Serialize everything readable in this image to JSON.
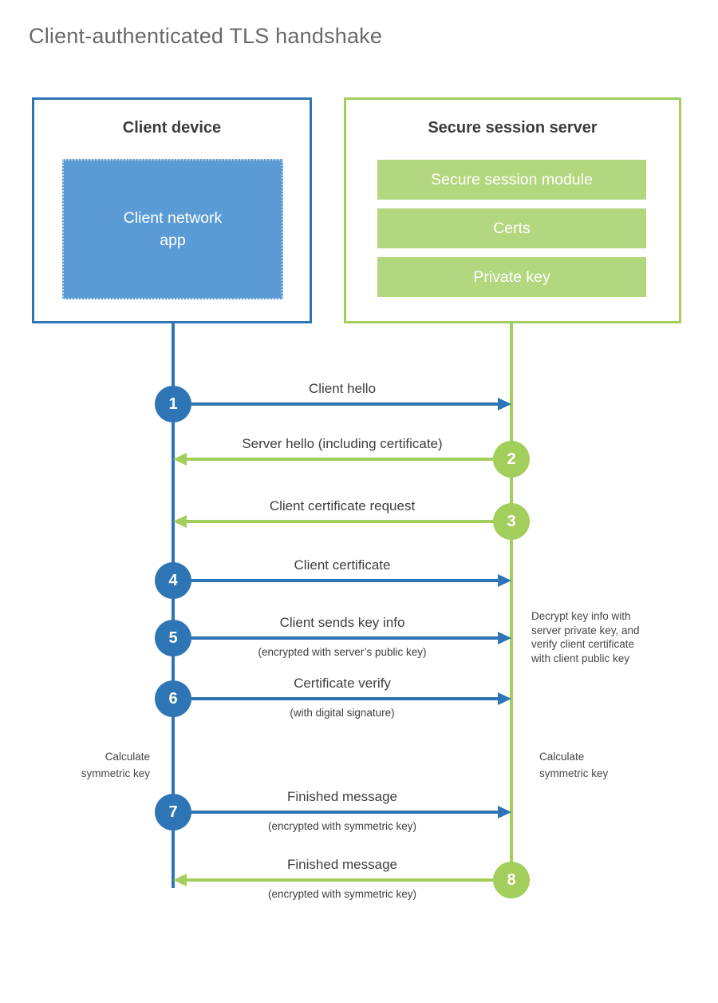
{
  "title": "Client-authenticated TLS handshake",
  "colors": {
    "client_accent": "#2e75b6",
    "client_fill": "#5b9bd5",
    "server_accent": "#a2ce5b",
    "server_fill": "#b2d77e",
    "heading_text": "#3b3b3b",
    "label_text": "#3e3e3e",
    "title_text": "#696969"
  },
  "client": {
    "title": "Client device",
    "app_label": "Client network\napp"
  },
  "server": {
    "title": "Secure session server",
    "modules": [
      "Secure session module",
      "Certs",
      "Private key"
    ]
  },
  "flows": [
    {
      "num": "1",
      "label": "Client hello",
      "sub": "",
      "from": "client",
      "to": "server",
      "color": "blue"
    },
    {
      "num": "2",
      "label": "Server hello (including certificate)",
      "sub": "",
      "from": "server",
      "to": "client",
      "color": "green"
    },
    {
      "num": "3",
      "label": "Client certificate request",
      "sub": "",
      "from": "server",
      "to": "client",
      "color": "green"
    },
    {
      "num": "4",
      "label": "Client certificate",
      "sub": "",
      "from": "client",
      "to": "server",
      "color": "blue"
    },
    {
      "num": "5",
      "label": "Client sends key info",
      "sub": "(encrypted with server’s public key)",
      "from": "client",
      "to": "server",
      "color": "blue"
    },
    {
      "num": "6",
      "label": "Certificate verify",
      "sub": "(with digital signature)",
      "from": "client",
      "to": "server",
      "color": "blue"
    },
    {
      "num": "7",
      "label": "Finished message",
      "sub": "(encrypted with symmetric key)",
      "from": "client",
      "to": "server",
      "color": "blue"
    },
    {
      "num": "8",
      "label": "Finished message",
      "sub": "(encrypted with symmetric key)",
      "from": "server",
      "to": "client",
      "color": "green"
    }
  ],
  "notes": {
    "server_note": "Decrypt key info with\nserver private key, and\nverify client certificate\nwith client public key",
    "calc_left": "Calculate\nsymmetric key",
    "calc_right": "Calculate\nsymmetric key"
  }
}
